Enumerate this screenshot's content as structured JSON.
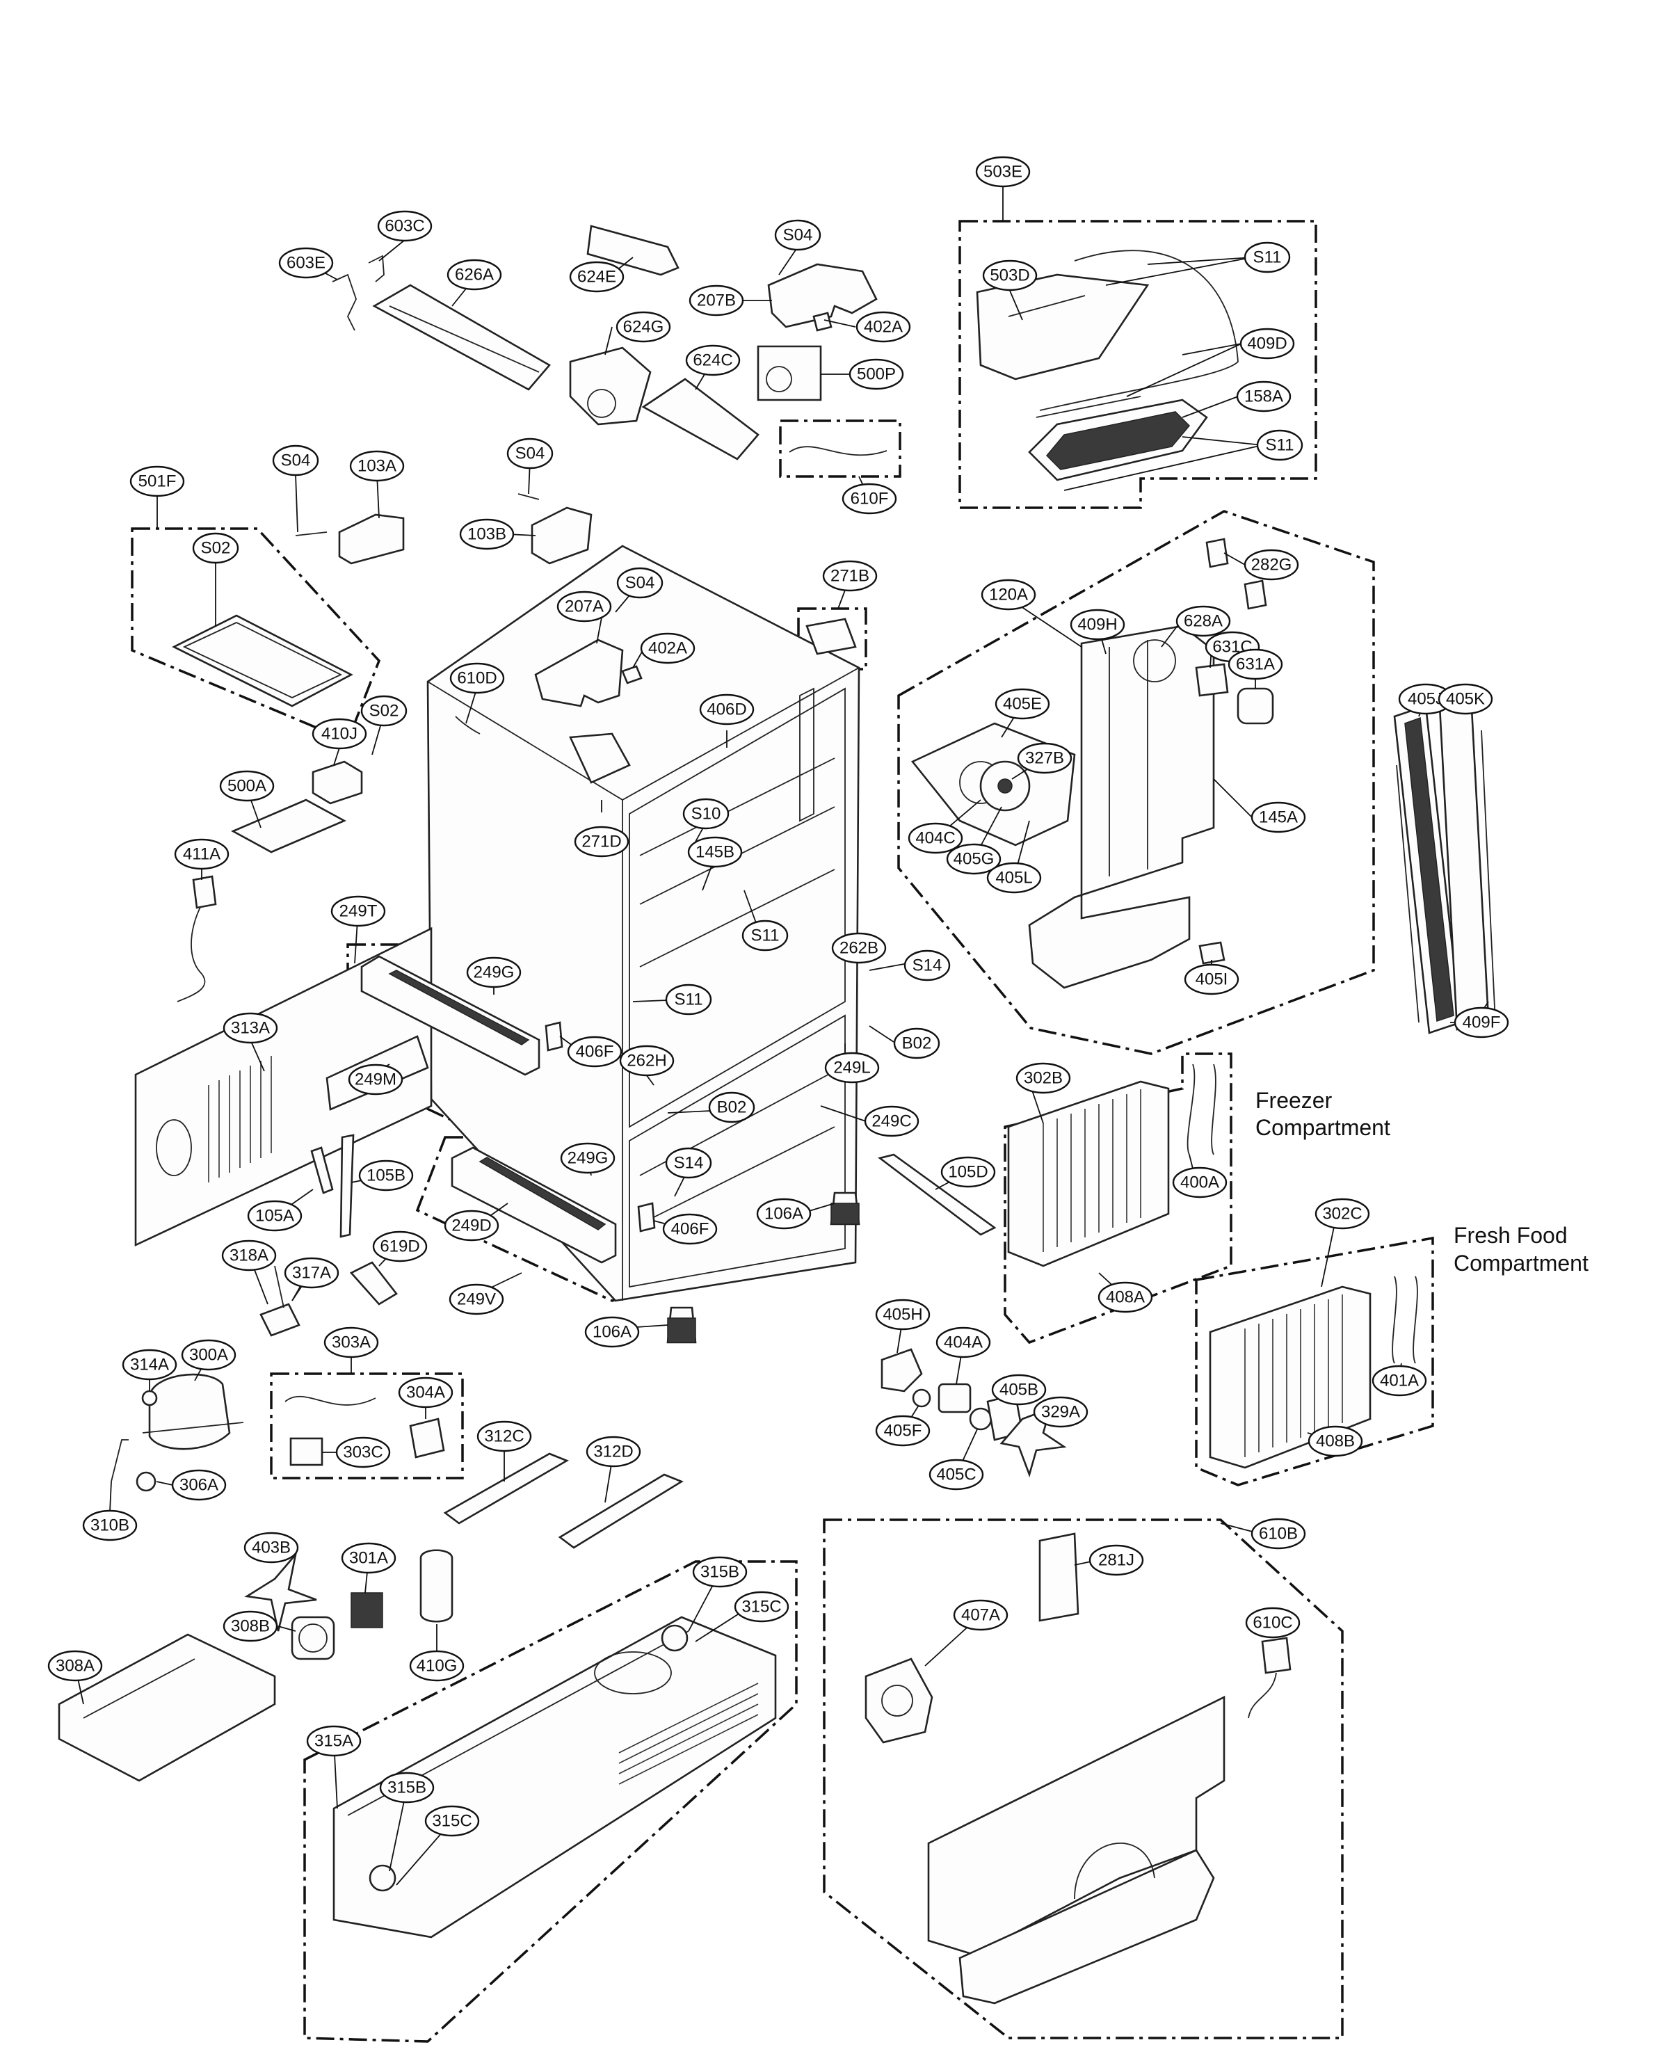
{
  "notes": {
    "freezer_line1": "Freezer",
    "freezer_line2": "Compartment",
    "fresh_line1": "Fresh Food",
    "fresh_line2": "Compartment"
  },
  "callouts": {
    "c503E": "503E",
    "cS11a": "S11",
    "c503D": "503D",
    "c409D": "409D",
    "c158A": "158A",
    "cS11b": "S11",
    "c603C": "603C",
    "c603E": "603E",
    "c626A": "626A",
    "c624E": "624E",
    "cS04a": "S04",
    "c207B": "207B",
    "c402A": "402A",
    "c624G": "624G",
    "c624C": "624C",
    "c500P": "500P",
    "c610F": "610F",
    "cS04b": "S04",
    "c103A": "103A",
    "cS04c": "S04",
    "c103B": "103B",
    "c501F": "501F",
    "cS02a": "S02",
    "cS04d": "S04",
    "c207A": "207A",
    "c402Ab": "402A",
    "c271B": "271B",
    "c120A": "120A",
    "c282G": "282G",
    "c409H": "409H",
    "c628A": "628A",
    "c631C": "631C",
    "c631A": "631A",
    "c405E": "405E",
    "c327B": "327B",
    "c404C": "404C",
    "c405G": "405G",
    "c405L": "405L",
    "c145A": "145A",
    "c405I": "405I",
    "c405J": "405J",
    "c405K": "405K",
    "c409F": "409F",
    "c610D": "610D",
    "c410J": "410J",
    "cS02b": "S02",
    "c406D": "406D",
    "c500A": "500A",
    "c271D": "271D",
    "cS10": "S10",
    "c145B": "145B",
    "c411A": "411A",
    "cS11c": "S11",
    "c262B": "262B",
    "cS14a": "S14",
    "c249T": "249T",
    "c249G": "249G",
    "cS11d": "S11",
    "c313A": "313A",
    "c406F": "406F",
    "cB02a": "B02",
    "c249M": "249M",
    "c262H": "262H",
    "c249L": "249L",
    "cB02b": "B02",
    "c249C": "249C",
    "c302B": "302B",
    "c400A": "400A",
    "c105D": "105D",
    "c408A": "408A",
    "c105B": "105B",
    "c249Gb": "249G",
    "cS14b": "S14",
    "c105A": "105A",
    "c249D": "249D",
    "c406Fb": "406F",
    "c106A": "106A",
    "c318A": "318A",
    "c317A": "317A",
    "c619D": "619D",
    "c249V": "249V",
    "c106Ab": "106A",
    "c302C": "302C",
    "c401A": "401A",
    "c408B": "408B",
    "c405H": "405H",
    "c404A": "404A",
    "c405B": "405B",
    "c405F": "405F",
    "c329A": "329A",
    "c405C": "405C",
    "c303A": "303A",
    "c314A": "314A",
    "c300A": "300A",
    "c304A": "304A",
    "c303C": "303C",
    "c306A": "306A",
    "c310B": "310B",
    "c312C": "312C",
    "c312D": "312D",
    "c610B": "610B",
    "c281J": "281J",
    "c407A": "407A",
    "c610C": "610C",
    "c403B": "403B",
    "c301A": "301A",
    "c308B": "308B",
    "c410G": "410G",
    "c308A": "308A",
    "c315B": "315B",
    "c315C": "315C",
    "c315A": "315A",
    "c315Bb": "315B",
    "c315Cb": "315C"
  }
}
